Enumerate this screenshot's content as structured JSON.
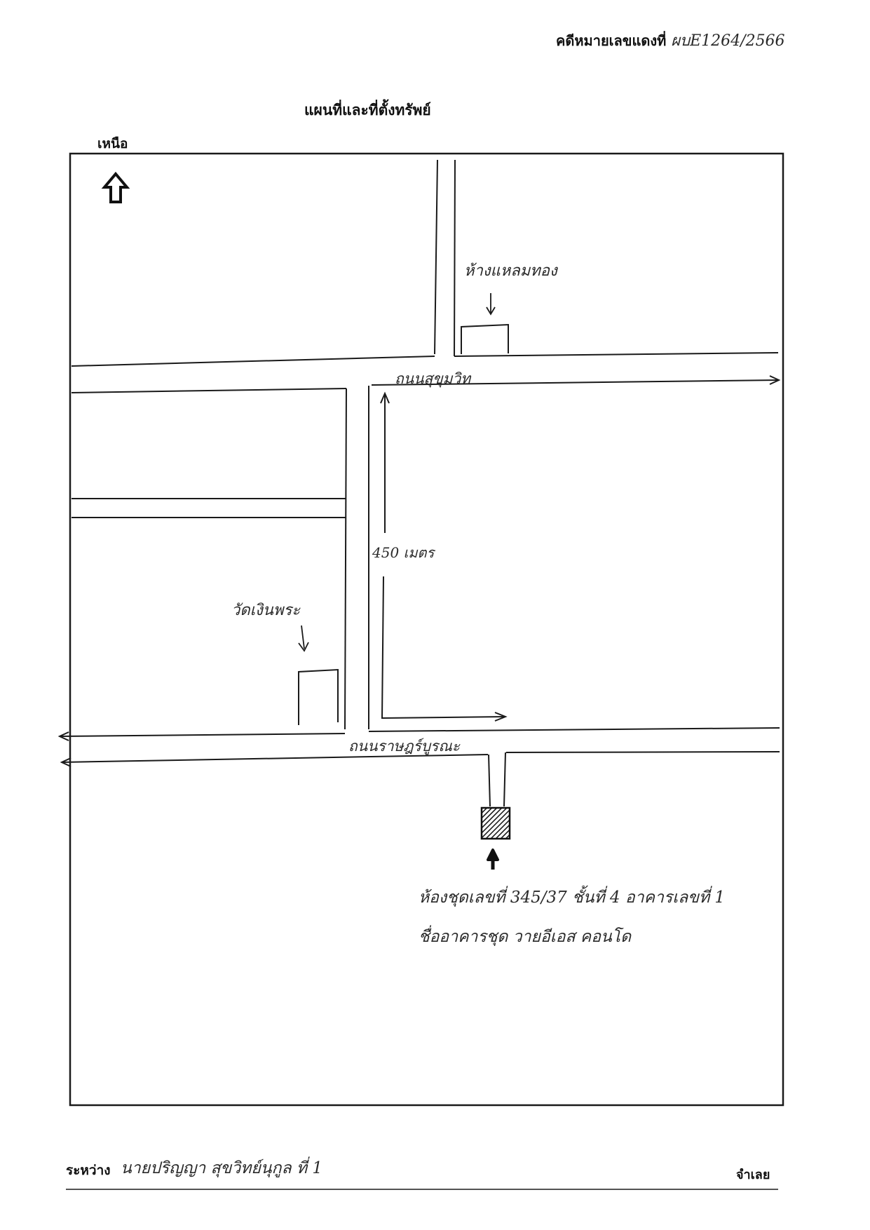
{
  "header": {
    "case_label": "คดีหมายเลขแดงที่",
    "case_number": "ผบE1264/2566"
  },
  "title": "แผนที่และที่ตั้งทรัพย์",
  "north_label": "เหนือ",
  "map": {
    "road_top": "ถนนสุขุมวิท",
    "road_bottom": "ถนนราษฎร์บูรณะ",
    "landmark_top": "ห้างแหลมทอง",
    "landmark_left": "วัดเงินพระ",
    "distance_label": "450 เมตร",
    "property_line1": "ห้องชุดเลขที่ 345/37 ชั้นที่ 4 อาคารเลขที่ 1",
    "property_line2": "ชื่ออาคารชุด วายอีเอส คอนโด"
  },
  "footer": {
    "between_label": "ระหว่าง",
    "plaintiff_text": "นายปริญญา สุขวิทย์นุกูล ที่ 1",
    "defendant_label": "จำเลย"
  },
  "colors": {
    "ink": "#1a1a1a",
    "paper": "#ffffff"
  }
}
